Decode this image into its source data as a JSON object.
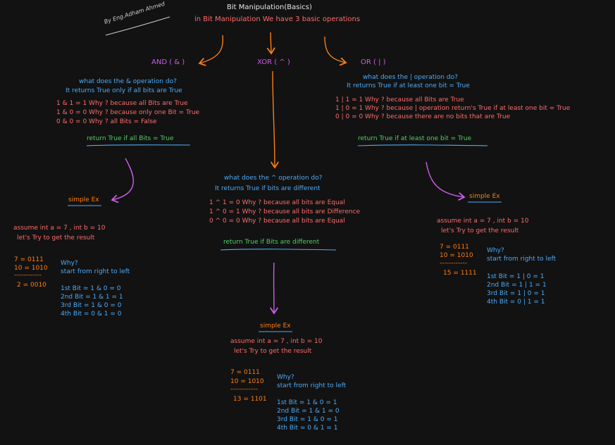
{
  "header": {
    "title": "Bit Manipulation(Basics)",
    "subtitle": "in Bit Manipulation We have 3 basic operations",
    "author": "By Eng.Adham Ahmed"
  },
  "and": {
    "label": "AND ( & )",
    "question": "what does the & operation do?",
    "answer": "It returns True only if all bits are True",
    "rules": [
      "1 & 1 = 1 Why ? because all Bits are True",
      "1 & 0 = 0 Why ? because only one Bit = True",
      "0 & 0 = 0 Why ? all Bits = False"
    ],
    "summary": "return True if all Bits = True",
    "example_title": "simple Ex",
    "assume": "assume int a = 7 , int b = 10",
    "lets_try": "let's Try to get the result",
    "calc": [
      "7 =  0111",
      "10 = 1010",
      "------------",
      "2 = 0010"
    ],
    "why": "Why?",
    "start": "start from right to left",
    "steps": [
      "1st Bit = 1 & 0 = 0",
      "2nd Bit = 1 & 1 = 1",
      "3rd Bit = 1 & 0 = 0",
      "4th Bit = 0 & 1 = 0"
    ]
  },
  "xor": {
    "label": "XOR ( ^ )",
    "question": "what does the ^ operation do?",
    "answer": "It returns True if bits are different",
    "rules": [
      "1 ^ 1 = 0 Why ? because all bits are Equal",
      "1 ^ 0 = 1 Why ? because all bits are Difference",
      "0 ^ 0 = 0 Why ? because all bits are Equal"
    ],
    "summary": "return True if Bits are different",
    "example_title": "simple Ex",
    "assume": "assume int a = 7 , int b = 10",
    "lets_try": "let's Try to get the result",
    "calc": [
      "7 =  0111",
      "10 = 1010",
      "------------",
      "13 = 1101"
    ],
    "why": "Why?",
    "start": "start from right to left",
    "steps": [
      "1st Bit = 1 & 0 = 1",
      "2nd Bit = 1 & 1 = 0",
      "3rd Bit = 1 & 0 = 1",
      "4th Bit = 0 & 1 = 1"
    ]
  },
  "or": {
    "label": "OR ( | )",
    "question": "what does the | operation do?",
    "answer": "It returns True if at least one bit = True",
    "rules": [
      "1 | 1 = 1 Why ? because all Bits are True",
      "1 | 0 = 1 Why ? because | operation return's True if at least one bit = True",
      "0 | 0 = 0 Why ? because there are no bits that are True"
    ],
    "summary": "return True if at least one bit = True",
    "example_title": "simple Ex",
    "assume": "assume int a = 7 , int b = 10",
    "lets_try": "let's Try to get the result",
    "calc": [
      "7 =  0111",
      "10 = 1010",
      "------------",
      "15 =  1111"
    ],
    "why": "Why?",
    "start": "start from right to left",
    "steps": [
      "1st Bit = 1 | 0 = 1",
      "2nd Bit = 1 | 1 = 1",
      "3rd Bit = 1 | 0 = 1",
      "4th Bit = 0 | 1 = 1"
    ]
  },
  "colors": {
    "background": "#121212",
    "red_text": "#ff6b6b",
    "blue_text": "#4dabf7",
    "green_text": "#51cf66",
    "purple_text": "#cc5de8",
    "orange": "#fd7e14",
    "white_text": "#e6e6e6"
  }
}
